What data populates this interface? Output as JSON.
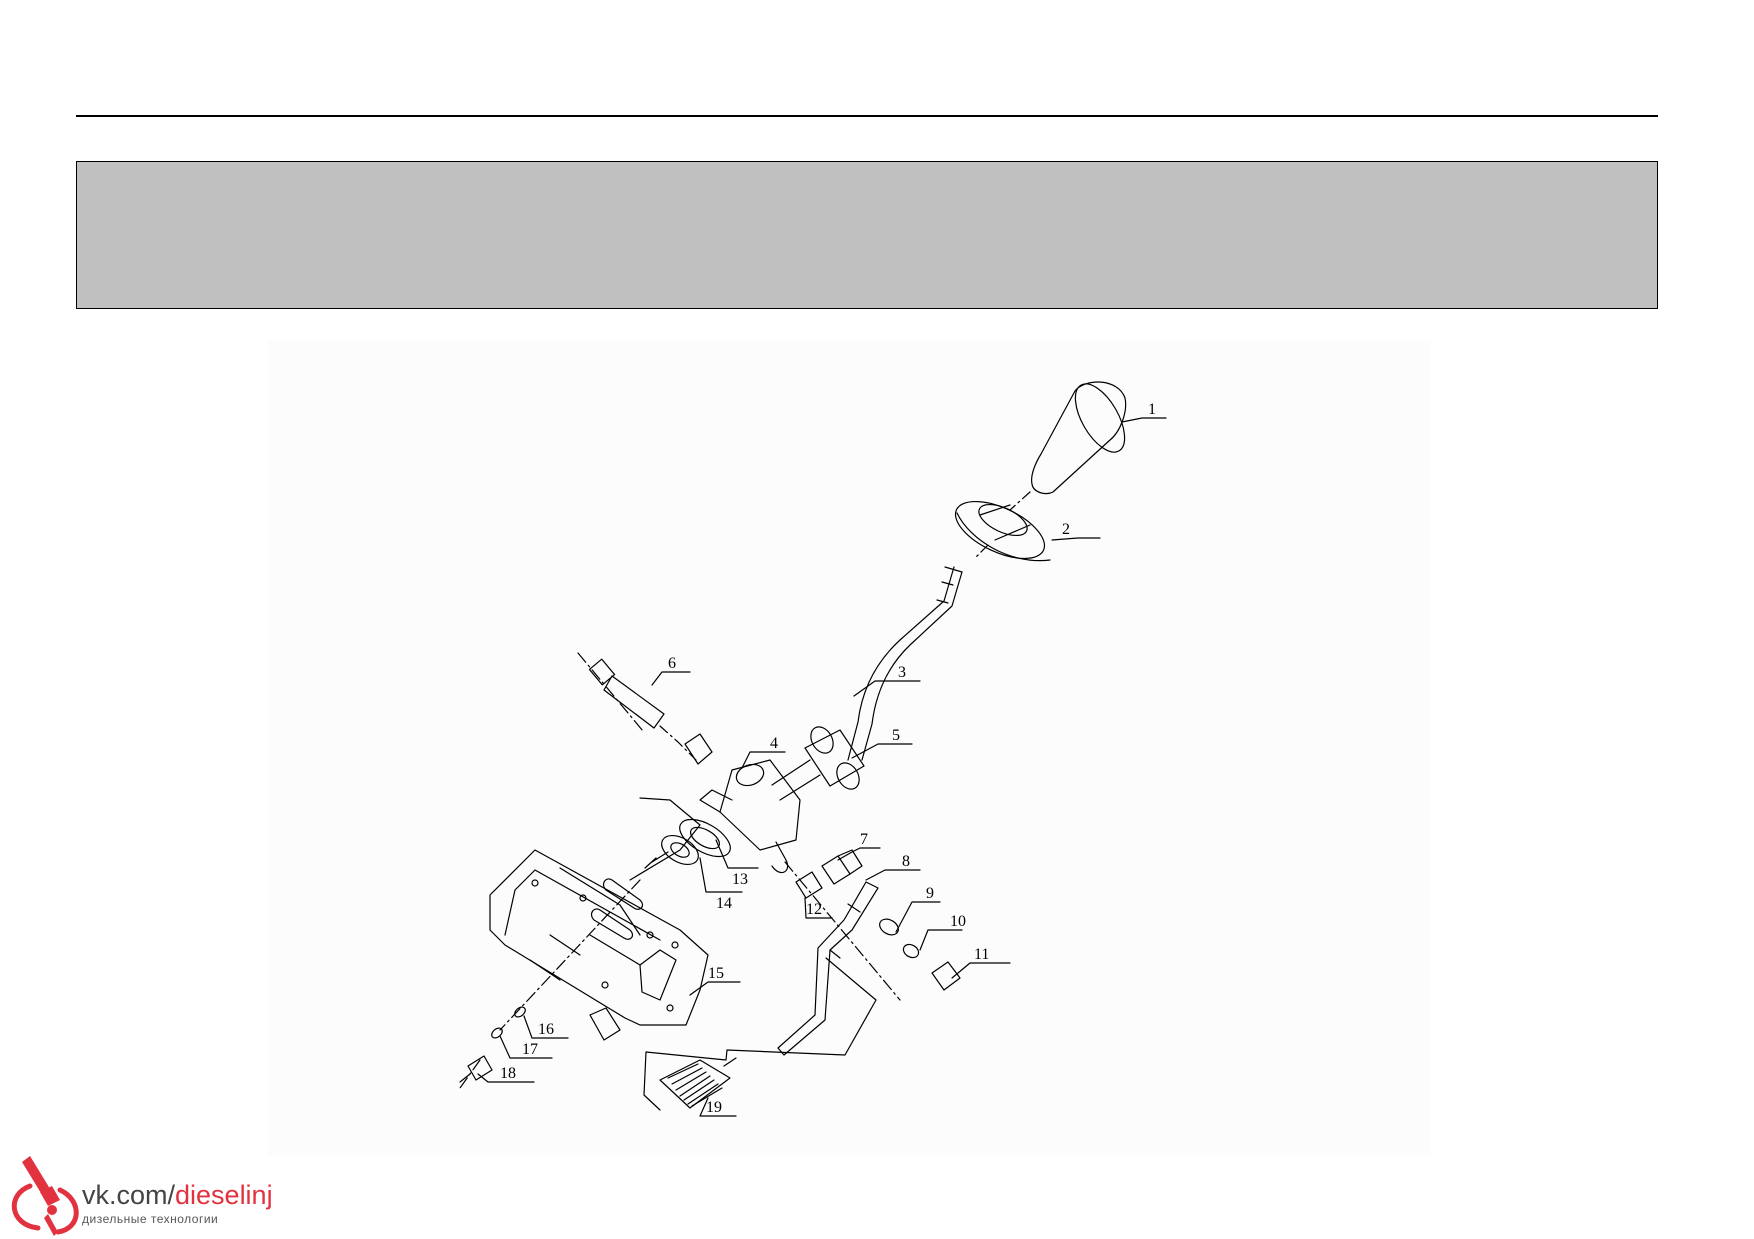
{
  "diagram": {
    "part_labels": [
      "1",
      "2",
      "3",
      "4",
      "5",
      "6",
      "7",
      "8",
      "9",
      "10",
      "11",
      "12",
      "13",
      "14",
      "15",
      "16",
      "17",
      "18",
      "19"
    ]
  },
  "watermark": {
    "url_prefix": "vk.com/",
    "url_accent": "dieselinj",
    "subtitle": "дизельные технологии",
    "accent_color": "#e2323f",
    "icon": "injector-nozzle-icon"
  },
  "colors": {
    "banner": "#c0c0c0",
    "rule": "#000000"
  }
}
